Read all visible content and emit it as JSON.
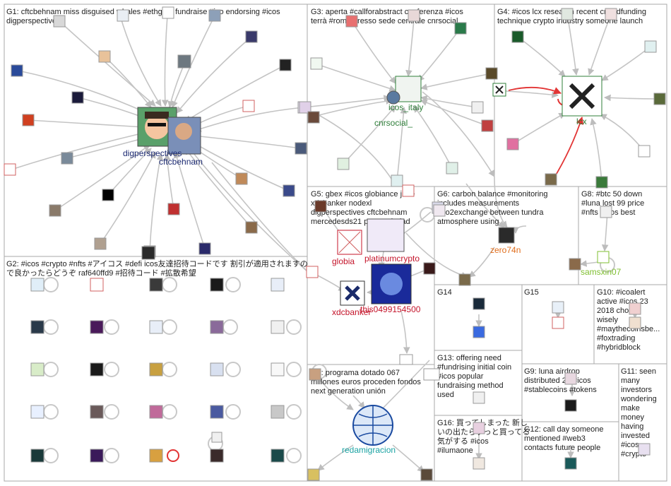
{
  "groups": [
    {
      "id": "G1",
      "text": [
        "G1: cftcbehnam miss disguised whales #ethgate fundraise #ico endorsing #icos",
        "digperspectives"
      ]
    },
    {
      "id": "G2",
      "text": [
        "G2: #icos #crypto #nfts #アイコス #defi icos友達招待コードです 割引が適用されますの",
        "で良かったらどうぞ raf640ffd9 #招待コード #拡散希望"
      ]
    },
    {
      "id": "G3",
      "text": [
        "G3: aperta #callforabstract conferenza #icos",
        "terrà #roma presso sede centrale cnrsocial_"
      ]
    },
    {
      "id": "G4",
      "text": [
        "G4: #icos lcx research recent crowdfunding",
        "technique crypto industry someone launch"
      ]
    },
    {
      "id": "G5",
      "text": [
        "G5: gbex #icos globiance june",
        "xdcbanker nodexl",
        "digperspectives cftcbehnam",
        "mercedesds21 psoemciudad"
      ]
    },
    {
      "id": "G6",
      "text": [
        "G6: carbon balance #monitoring",
        "includes measurements",
        "#co2exchange between tundra",
        "atmosphere using"
      ]
    },
    {
      "id": "G7",
      "text": [
        "G7: programa dotado 067",
        "millones euros proceden fondos",
        "next generation unión"
      ]
    },
    {
      "id": "G8",
      "text": [
        "G8: #btc 50 down",
        "#luna lost 99 price",
        "#nfts #icos best"
      ]
    },
    {
      "id": "G9",
      "text": [
        "G9: luna airdrop",
        "distributed 27 #icos",
        "#stablecoins #tokens"
      ]
    },
    {
      "id": "G10",
      "text": [
        "G10: #icoalert",
        "active #icos 23",
        "2018 choose",
        "wisely",
        "#maythecoinsbe...",
        "#foxtrading",
        "#hybridblock"
      ]
    },
    {
      "id": "G11",
      "text": [
        "G11: seen",
        "many",
        "investors",
        "wondering",
        "make",
        "money",
        "having",
        "invested",
        "#icos",
        "#crypto"
      ]
    },
    {
      "id": "G12",
      "text": [
        "G12: call day someone",
        "mentioned #web3",
        "contacts future people"
      ]
    },
    {
      "id": "G13",
      "text": [
        "G13: offering need",
        "#fundrising initial coin",
        "#icos popular",
        "fundraising method",
        "used"
      ]
    },
    {
      "id": "G14",
      "text": [
        "G14"
      ]
    },
    {
      "id": "G15",
      "text": [
        "G15"
      ]
    },
    {
      "id": "G16",
      "text": [
        "G16: 買ってしまった 新し",
        "いの出たらずっと買ってる",
        "気がする #icos",
        "#ilumaone"
      ]
    }
  ],
  "labels": {
    "digperspectives": "digperspectives",
    "cftcbehnam": "cftcbehnam",
    "icos_italy": "icos_italy",
    "cnrsocial": "cnrsocial_",
    "lcx": "lcx",
    "globia": "globia",
    "platinumcrypto": "platinumcrypto",
    "xdcbanker": "xdcbanker",
    "this0499154500": "this0499154500",
    "zero74n": "zero74n",
    "samsxin07": "samsxin07",
    "redamigracion": "redamigracion"
  },
  "colors": {
    "edge": "#c4c4c4",
    "edge_highlight": "#e23434",
    "group_border": "#aaaaaa",
    "label_blue": "#1c2a72",
    "label_red": "#c4142a",
    "label_green": "#2f7f3a",
    "label_orange": "#e06c1a"
  }
}
